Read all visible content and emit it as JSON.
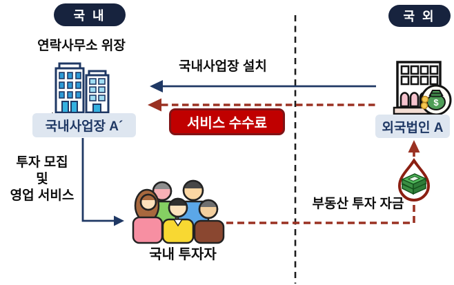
{
  "badges": {
    "domestic": "국 내",
    "foreign": "국 외"
  },
  "domestic": {
    "caption": "연락사무소 위장",
    "entity_label": "국내사업장 A´"
  },
  "foreign": {
    "entity_label": "외국법인 A"
  },
  "flows": {
    "establish_label": "국내사업장 설치",
    "service_fee_label": "서비스 수수료",
    "recruit_lines": [
      "투자 모집",
      "및",
      "영업 서비스"
    ],
    "funds_label": "부동산 투자 자금"
  },
  "investors": {
    "label": "국내 투자자"
  },
  "icons": {
    "money_bag_symbol": "$"
  },
  "colors": {
    "badge_navy": "#17233e",
    "arrow_navy": "#1f3864",
    "dashed_red": "#9a3122",
    "fee_red_fill": "#c00000",
    "fee_red_border": "#7f1416",
    "entity_label_bg": "#dee6f0",
    "divider_black": "#1c1c1c",
    "money_green": "#4fb65a"
  }
}
